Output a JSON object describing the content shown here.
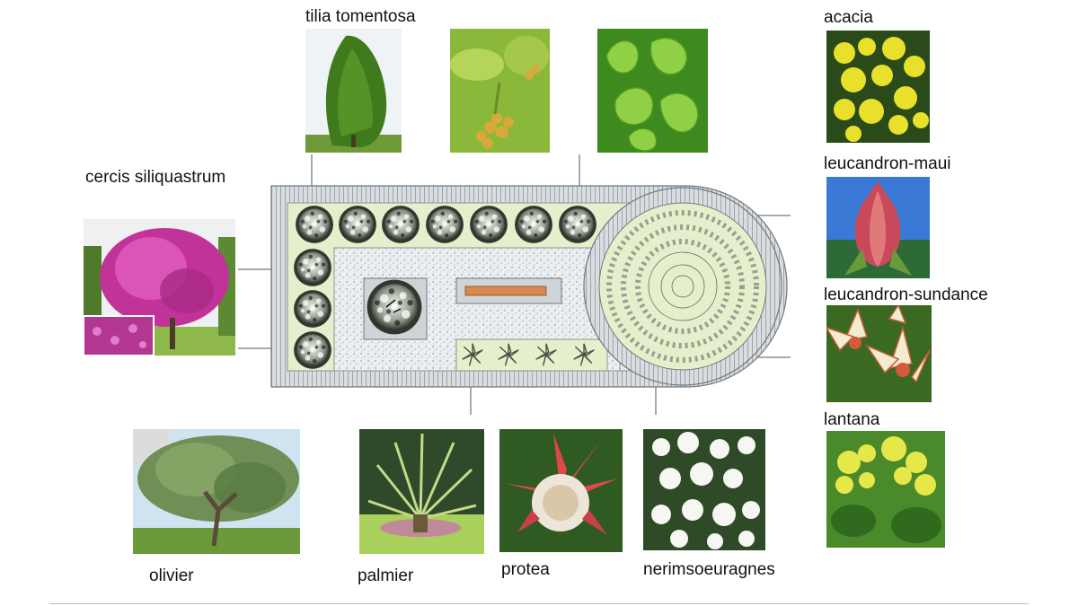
{
  "labels": {
    "tilia": "tilia tomentosa",
    "cercis": "cercis siliquastrum",
    "acacia": "acacia",
    "leucandron_maui": "leucandron-maui",
    "leucandron_sundance": "leucandron-sundance",
    "lantana": "lantana",
    "olivier": "olivier",
    "palmier": "palmier",
    "protea": "protea",
    "nerium": "nerimsoeuragnes"
  },
  "photo_subjects": [
    "tilia-tree",
    "tilia-flowers",
    "tilia-leaves",
    "cercis-tree",
    "acacia-flowers",
    "leucandron-maui-flower",
    "leucandron-sundance-flower",
    "lantana-flowers",
    "olive-tree",
    "palm-tree",
    "protea-flower",
    "nerium-flowers"
  ],
  "colors": {
    "lawn": "#e6efcc",
    "paving": "#d3d7d9",
    "gravel": "#e9ecee",
    "bench": "#d9894e",
    "outline": "#6f7a80"
  }
}
